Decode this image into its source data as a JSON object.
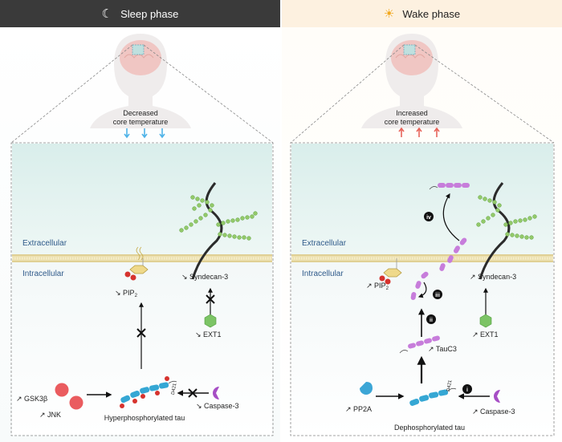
{
  "sleep": {
    "header": "Sleep phase",
    "header_icon": "moon-stars-icon",
    "temperature_label": "Decreased\ncore temperature",
    "temperature_arrow_color": "#4fb3e8",
    "extracellular": "Extracellular",
    "intracellular": "Intracellular",
    "pip2": "↘ PIP",
    "pip2_sub": "2",
    "syndecan": "↘ Syndecan-3",
    "ext1": "↘ EXT1",
    "gsk3b": "↗ GSK3β",
    "jnk": "↗ JNK",
    "caspase": "↘ Caspase-3",
    "tau_label": "Hyperphosphorylated tau",
    "d421": "D421"
  },
  "wake": {
    "header": "Wake phase",
    "header_icon": "sun-icon",
    "temperature_label": "Increased\ncore temperature",
    "temperature_arrow_color": "#e8645a",
    "extracellular": "Extracellular",
    "intracellular": "Intracellular",
    "pip2": "↗ PIP",
    "pip2_sub": "2",
    "syndecan": "↗ Syndecan-3",
    "ext1": "↗ EXT1",
    "pp2a": "↗ PP2A",
    "caspase": "↗ Caspase-3",
    "taucs": "↗ TauC3",
    "tau_label": "Dephosphorylated tau",
    "d421": "D421",
    "steps": [
      "i",
      "ii",
      "iii",
      "iv"
    ]
  },
  "colors": {
    "tau_cyan": "#35a7d4",
    "tau_purple": "#c77ddb",
    "kinase_red": "#e8555a",
    "caspase_purple": "#a64ec5",
    "pp2a_blue": "#3ca6d6",
    "ext1_green": "#6db65a",
    "glycan_green": "#8cc55a",
    "membrane_gold": "#e9d699",
    "phosphate_red": "#d6332e",
    "extracellular_teal": "#d8ecea"
  }
}
